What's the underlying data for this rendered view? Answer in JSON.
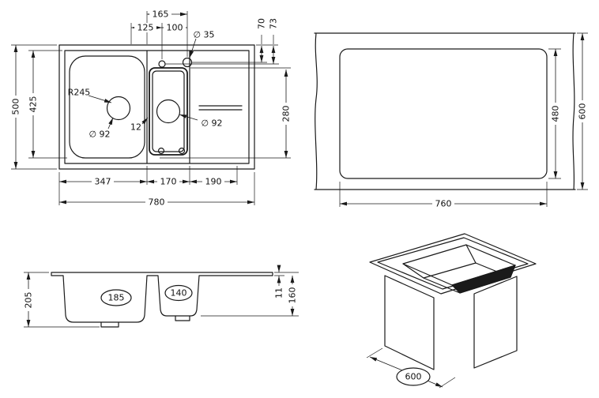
{
  "views": {
    "plan": {
      "d165": "165",
      "d125": "125",
      "d100": "100",
      "faucet_dia": "∅ 35",
      "d70": "70",
      "d73": "73",
      "d500": "500",
      "d425": "425",
      "radius": "R245",
      "drain_left_dia": "∅ 92",
      "gap_12": "12",
      "drain_mid_dia": "∅ 92",
      "d280": "280",
      "d347": "347",
      "d170": "170",
      "d190": "190",
      "d780": "780"
    },
    "cutout": {
      "d480": "480",
      "d600": "600",
      "d760": "760"
    },
    "front": {
      "d205": "205",
      "bowl_left_depth": "185",
      "bowl_mid_depth": "140",
      "d11": "11",
      "d160": "160"
    },
    "iso": {
      "d600": "600"
    }
  }
}
